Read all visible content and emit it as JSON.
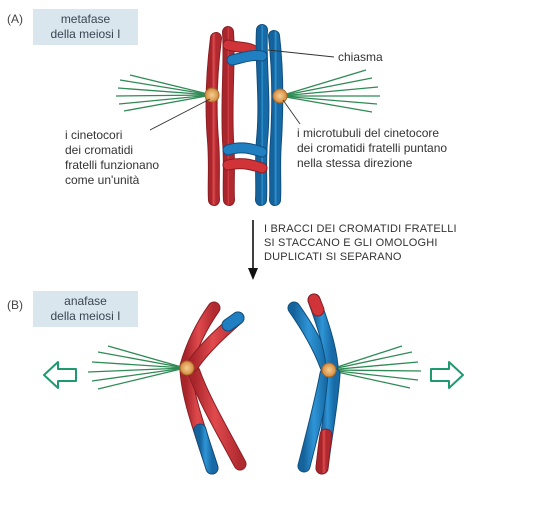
{
  "panel_a": {
    "letter": "(A)",
    "stage": [
      "metafase",
      "della meiosi I"
    ],
    "labels": {
      "chiasma": "chiasma",
      "kinetochores": [
        "i cinetocori",
        "dei cromatidi",
        "fratelli funzionano",
        "come un'unità"
      ],
      "microtubules": [
        "i microtubuli del cinetocore",
        "dei cromatidi fratelli puntano",
        "nella stessa direzione"
      ]
    }
  },
  "transition": [
    "I BRACCI DEI CROMATIDI FRATELLI",
    "SI STACCANO E GLI OMOLOGHI",
    "DUPLICATI SI SEPARANO"
  ],
  "panel_b": {
    "letter": "(B)",
    "stage": [
      "anafase",
      "della meiosi I"
    ]
  },
  "colors": {
    "red": "#d13438",
    "blue": "#1f7fc0",
    "spindle": "#2f8a55",
    "arrow": "#1e9a6e",
    "centromere": "#e9a65b",
    "box": "#d9e6ee"
  }
}
